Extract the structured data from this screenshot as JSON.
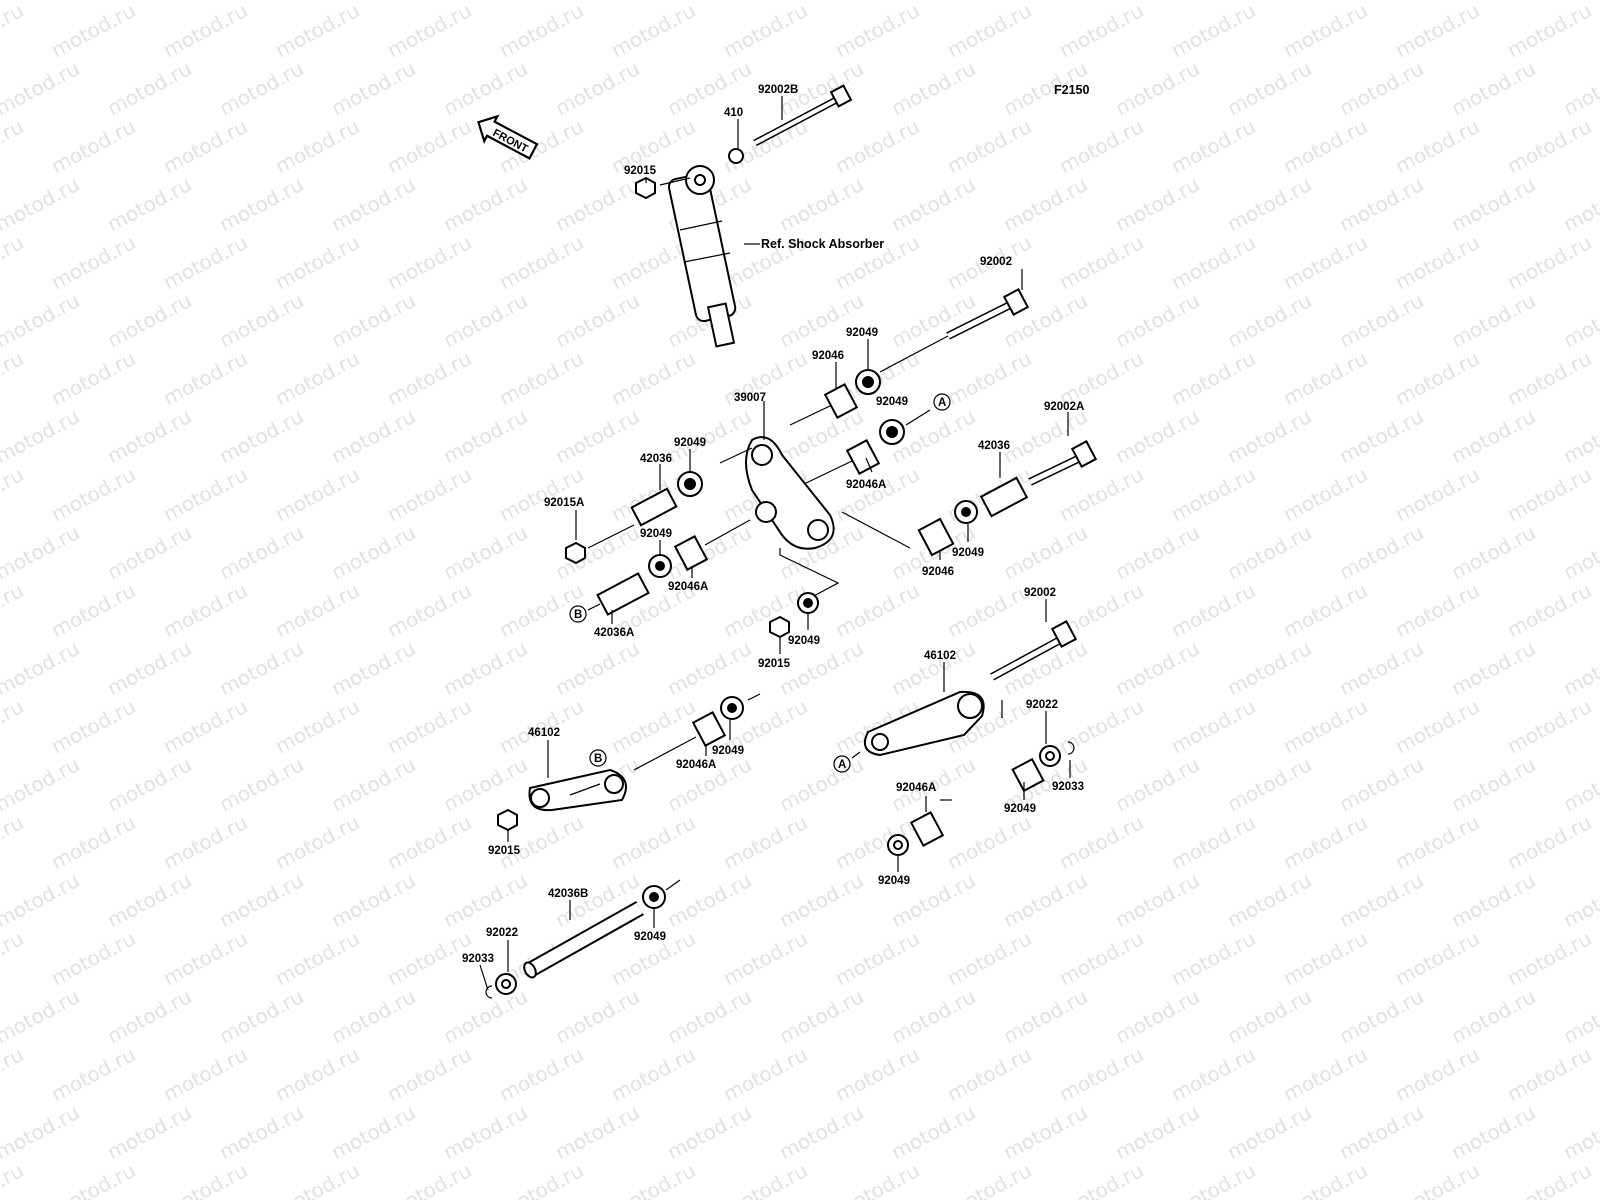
{
  "figure_code": "F2150",
  "front_label": "FRONT",
  "shock_ref_label": "Ref. Shock Absorber",
  "watermark_text": "motod.ru",
  "markers": {
    "a": "A",
    "b": "B"
  },
  "labels": {
    "p92002B": "92002B",
    "p410": "410",
    "p92015_top": "92015",
    "p92002_top": "92002",
    "p92049_a": "92049",
    "p92046_a": "92046",
    "p92049_b": "92049",
    "p39007": "39007",
    "p92049_c": "92049",
    "p42036_a": "42036",
    "p92046A_a": "92046A",
    "p92015A": "92015A",
    "p92049_d": "92049",
    "p92046A_b": "92046A",
    "p42036A": "42036A",
    "p42036_b": "42036",
    "p92002A": "92002A",
    "p92046_b": "92046",
    "p92049_e": "92049",
    "p92015_mid": "92015",
    "p92049_f": "92049",
    "p92002_mid": "92002",
    "p46102_r": "46102",
    "p92022_r": "92022",
    "p92033_r": "92033",
    "p92049_g": "92049",
    "p92046A_c": "92046A",
    "p92049_h": "92049",
    "p46102_l": "46102",
    "p92049_i": "92049",
    "p92046A_d": "92046A",
    "p92015_bot": "92015",
    "p42036B": "42036B",
    "p92022_l": "92022",
    "p92033_l": "92033",
    "p92049_j": "92049"
  }
}
